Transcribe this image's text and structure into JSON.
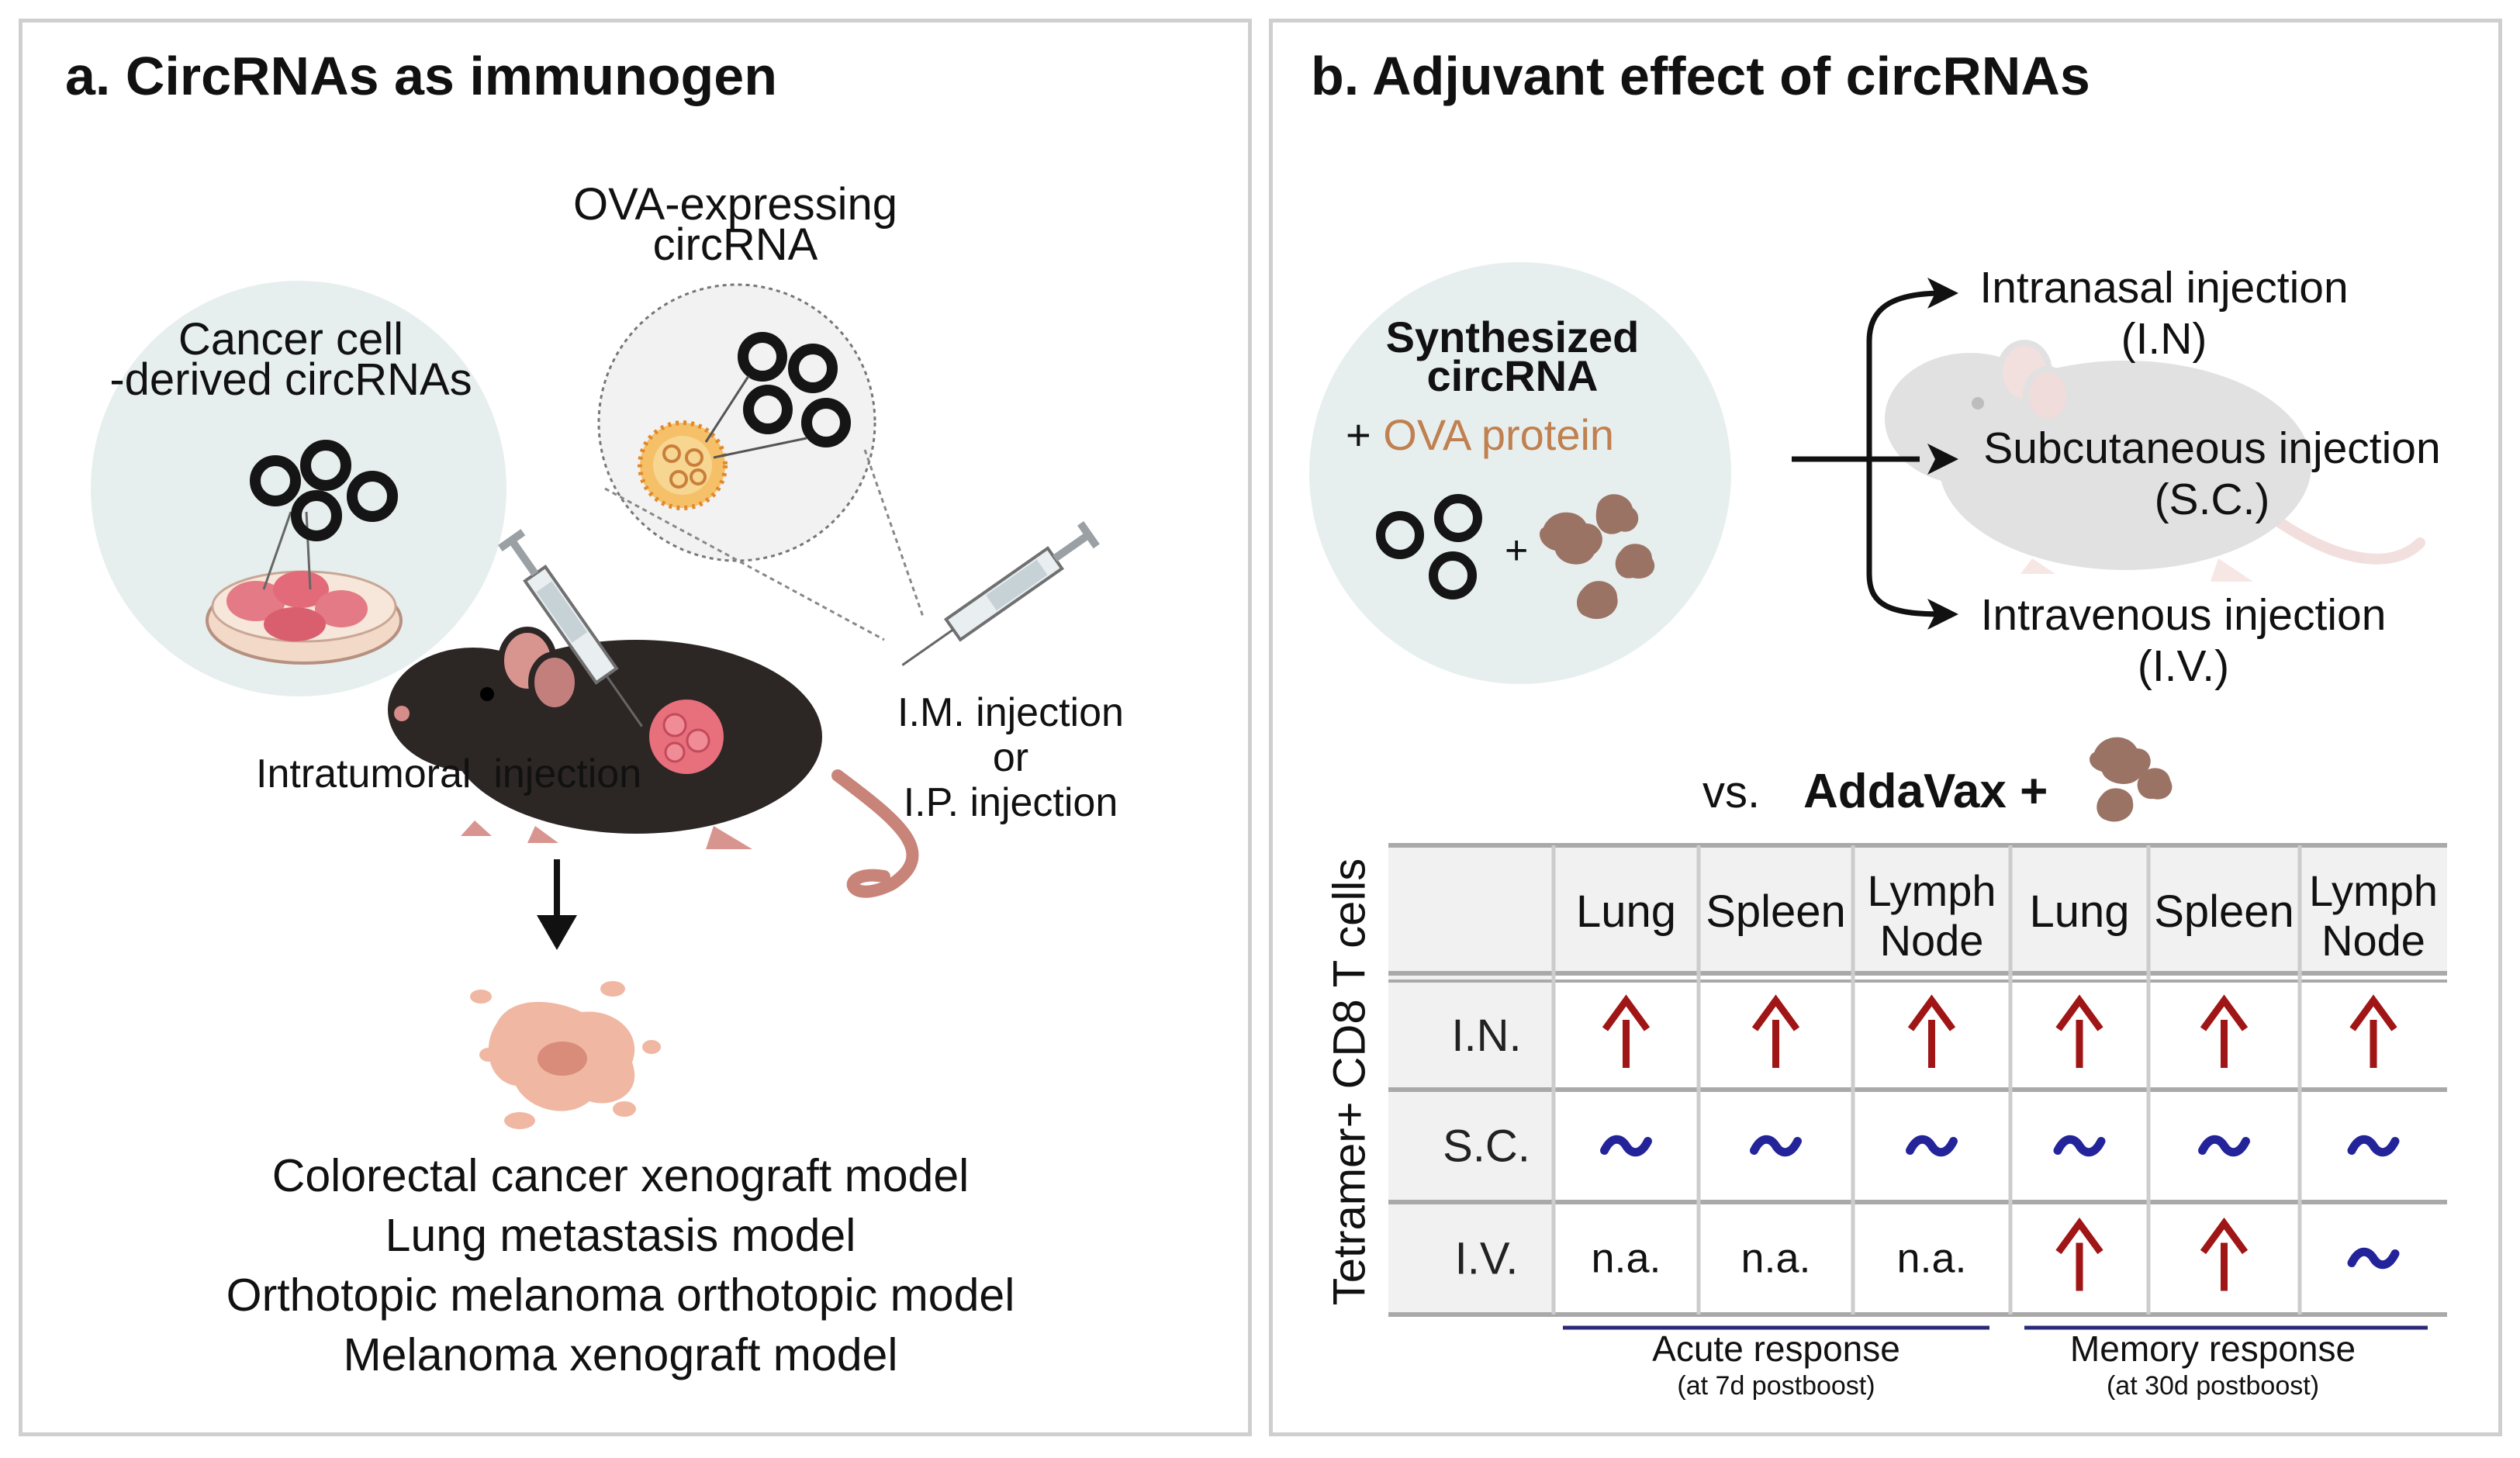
{
  "panel_a": {
    "title": "a. CircRNAs as immunogen",
    "cancer_label_line1": "Cancer cell",
    "cancer_label_line2": "-derived circRNAs",
    "ova_label_line1": "OVA-expressing",
    "ova_label_line2": "circRNA",
    "intratumoral_label": "Intratumoral  injection",
    "im_label": "I.M. injection",
    "or_label": "or",
    "ip_label": "I.P. injection",
    "models": [
      "Colorectal cancer xenograft model",
      "Lung metastasis model",
      "Orthotopic melanoma orthotopic model",
      "Melanoma xenograft model"
    ]
  },
  "panel_b": {
    "title": "b. Adjuvant effect of circRNAs",
    "synth_line1": "Synthesized",
    "synth_line2": "circRNA",
    "plus_sign": "+",
    "ova_protein": "OVA protein",
    "routes": [
      {
        "name": "Intranasal injection",
        "abbr": "(I.N)"
      },
      {
        "name": "Subcutaneous injection",
        "abbr": "(S.C.)"
      },
      {
        "name": "Intravenous injection",
        "abbr": "(I.V.)"
      }
    ],
    "vs_label": "vs.",
    "addavax_label": "AddaVax +",
    "y_axis_label": "Tetramer+ CD8 T cells",
    "table": {
      "columns": [
        {
          "line1": "Lung",
          "line2": ""
        },
        {
          "line1": "Spleen",
          "line2": ""
        },
        {
          "line1": "Lymph",
          "line2": "Node"
        },
        {
          "line1": "Lung",
          "line2": ""
        },
        {
          "line1": "Spleen",
          "line2": ""
        },
        {
          "line1": "Lymph",
          "line2": "Node"
        }
      ],
      "rows": [
        {
          "label": "I.N.",
          "cells": [
            "up",
            "up",
            "up",
            "up",
            "up",
            "up"
          ]
        },
        {
          "label": "S.C.",
          "cells": [
            "~",
            "~",
            "~",
            "~",
            "~",
            "~"
          ]
        },
        {
          "label": "I.V.",
          "cells": [
            "n.a.",
            "n.a.",
            "n.a.",
            "up",
            "up",
            "~"
          ]
        }
      ]
    },
    "groups": [
      {
        "name": "Acute response",
        "note": "(at 7d postboost)"
      },
      {
        "name": "Memory response",
        "note": "(at 30d postboost)"
      }
    ],
    "colors": {
      "up_arrow": "#a01515",
      "tilde": "#23239a",
      "group_line": "#2a2a7a",
      "ova": "#c08050"
    }
  }
}
